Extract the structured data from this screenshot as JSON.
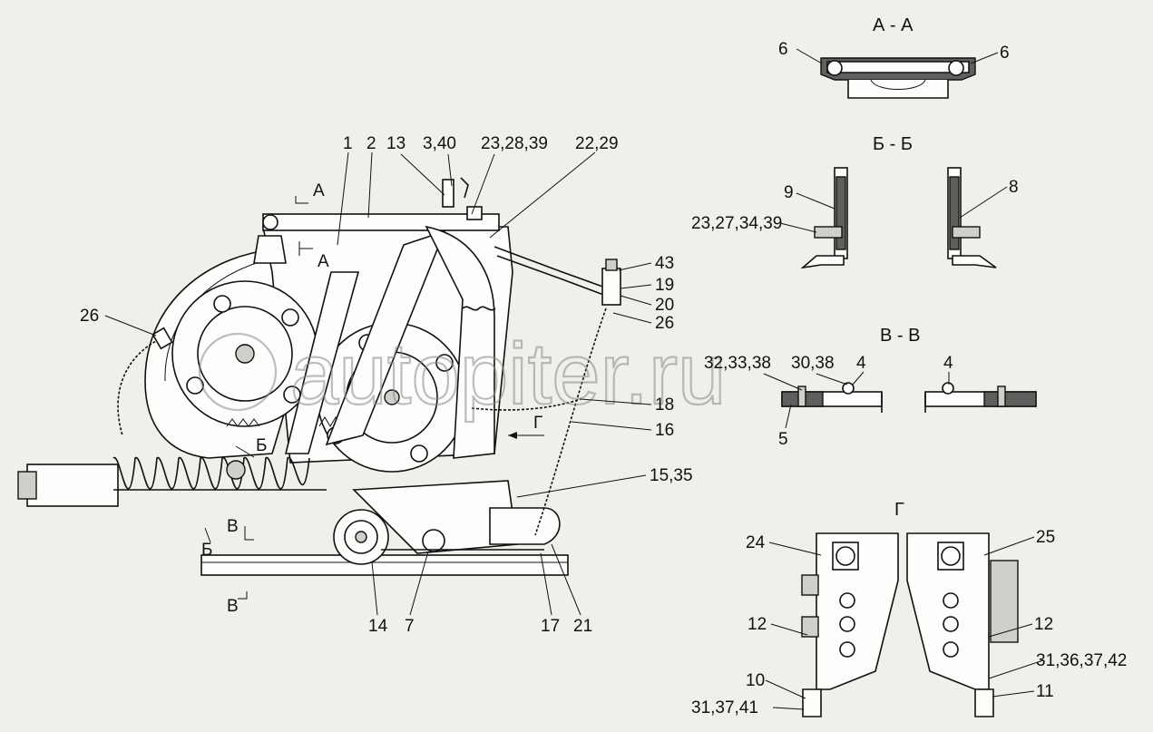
{
  "sections": {
    "aa": "А - А",
    "bb": "Б - Б",
    "vv": "В - В",
    "g": "Г"
  },
  "cut_marks": {
    "a_top": "А",
    "a_bottom": "А",
    "b_top": "Б",
    "b_bottom": "Б",
    "v_top": "В",
    "v_bottom": "В",
    "g": "Г"
  },
  "main_callouts": {
    "c1": "1",
    "c2": "2",
    "c13": "13",
    "c3_40": "3,40",
    "c23_28_39": "23,28,39",
    "c22_29": "22,29",
    "c43": "43",
    "c19": "19",
    "c20": "20",
    "c26_right": "26",
    "c26_left": "26",
    "c18": "18",
    "c16": "16",
    "c15_35": "15,35",
    "c14": "14",
    "c7": "7",
    "c17": "17",
    "c21": "21"
  },
  "aa_callouts": {
    "left": "6",
    "right": "6"
  },
  "bb_callouts": {
    "c9": "9",
    "c8": "8",
    "c23_27_34_39": "23,27,34,39"
  },
  "vv_callouts": {
    "c32_33_38": "32,33,38",
    "c30_38": "30,38",
    "c4a": "4",
    "c4b": "4",
    "c5": "5"
  },
  "g_callouts": {
    "c24": "24",
    "c25": "25",
    "c12a": "12",
    "c12b": "12",
    "c10": "10",
    "c11": "11",
    "c31_37_41": "31,37,41",
    "c31_36_37_42": "31,36,37,42"
  },
  "watermark": "autopiter.ru"
}
